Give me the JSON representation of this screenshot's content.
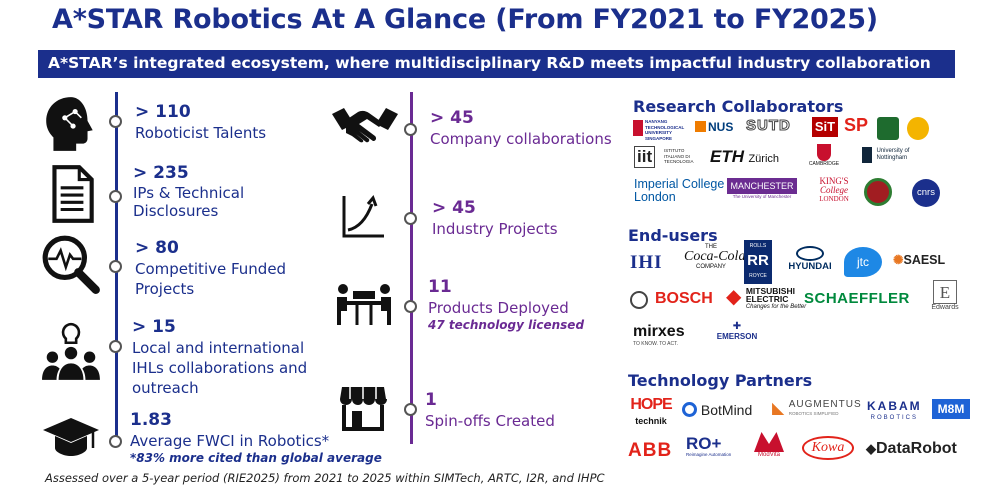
{
  "title": "A*STAR Robotics At A Glance (From FY2021 to FY2025)",
  "subtitle": "A*STAR’s integrated ecosystem, where multidisciplinary R&D meets impactful industry collaboration",
  "left_stats": [
    {
      "value": "> 110",
      "label": "Roboticist Talents",
      "icon": "head-circuit-icon"
    },
    {
      "value": "> 235",
      "label": "IPs & Technical Disclosures",
      "icon": "document-icon"
    },
    {
      "value": "> 80",
      "label": "Competitive Funded Projects",
      "icon": "magnifier-pulse-icon"
    },
    {
      "value": "> 15",
      "label": "Local and international IHLs collaborations and outreach",
      "icon": "people-idea-icon"
    },
    {
      "value": "1.83",
      "label": "Average FWCI in Robotics*",
      "note": "*83% more cited than global average",
      "icon": "graduation-cap-icon"
    }
  ],
  "right_stats": [
    {
      "value": "> 45",
      "label": "Company collaborations",
      "icon": "handshake-icon"
    },
    {
      "value": "> 45",
      "label": "Industry Projects",
      "icon": "growth-chart-icon"
    },
    {
      "value": "11",
      "label": "Products Deployed",
      "note": "47 technology licensed",
      "icon": "meeting-icon"
    },
    {
      "value": "1",
      "label": "Spin-offs Created",
      "icon": "storefront-icon"
    }
  ],
  "footnote": "Assessed over a 5-year period (RIE2025) from 2021 to 2025 within SIMTech, ARTC, I2R, and IHPC",
  "research_collaborators": {
    "heading": "Research Collaborators",
    "logos": {
      "ntu": "NANYANG TECHNOLOGICAL UNIVERSITY SINGAPORE",
      "nus": "NUS",
      "sutd": "SUTD",
      "sit": "SiT",
      "sp": "SP",
      "iit": "iit",
      "iit_sub": "ISTITUTO ITALIANO DI TECNOLOGIA",
      "eth": "ETH",
      "eth_sub": "Zürich",
      "cambridge": "CAMBRIDGE",
      "nottingham": "University of Nottingham",
      "imperial_1": "Imperial College",
      "imperial_2": "London",
      "manchester": "MANCHESTER",
      "manchester_sub": "The University of Manchester",
      "kings_1": "KING'S",
      "kings_2": "College",
      "kings_3": "LONDON",
      "cnrs": "cnrs"
    }
  },
  "end_users": {
    "heading": "End-users",
    "logos": {
      "ihi": "IHI",
      "coca_the": "THE",
      "coca": "Coca-Cola",
      "coca_company": "COMPANY",
      "rolls_1": "ROLLS",
      "rolls_2": "ROYCE",
      "hyundai": "HYUNDAI",
      "jtc": "jtc",
      "saesl": "SAESL",
      "bosch": "BOSCH",
      "mitsubishi_1": "MITSUBISHI",
      "mitsubishi_2": "ELECTRIC",
      "mitsubishi_3": "Changes for the Better",
      "schaeffler": "SCHAEFFLER",
      "edwards": "Edwards",
      "mirxes": "mirxes",
      "mirxes_sub": "TO KNOW. TO ACT.",
      "emerson": "EMERSON"
    }
  },
  "tech_partners": {
    "heading": "Technology Partners",
    "logos": {
      "hope": "HOPE",
      "hope_sub": "technik",
      "botmind": "BotMind",
      "augmentus": "AUGMENTUS",
      "augmentus_sub": "ROBOTICS SIMPLIFIED",
      "kabam": "KABAM",
      "kabam_sub": "ROBOTICS",
      "m8m": "M8M",
      "abb": "ABB",
      "ro": "RO+",
      "ro_sub": "Reimagine Automation",
      "modvita": "ModVita",
      "kowa": "Kowa",
      "datarobot": "DataRobot"
    }
  },
  "colors": {
    "navy": "#1b2f8c",
    "purple": "#6a2a93",
    "red": "#e2231a"
  }
}
